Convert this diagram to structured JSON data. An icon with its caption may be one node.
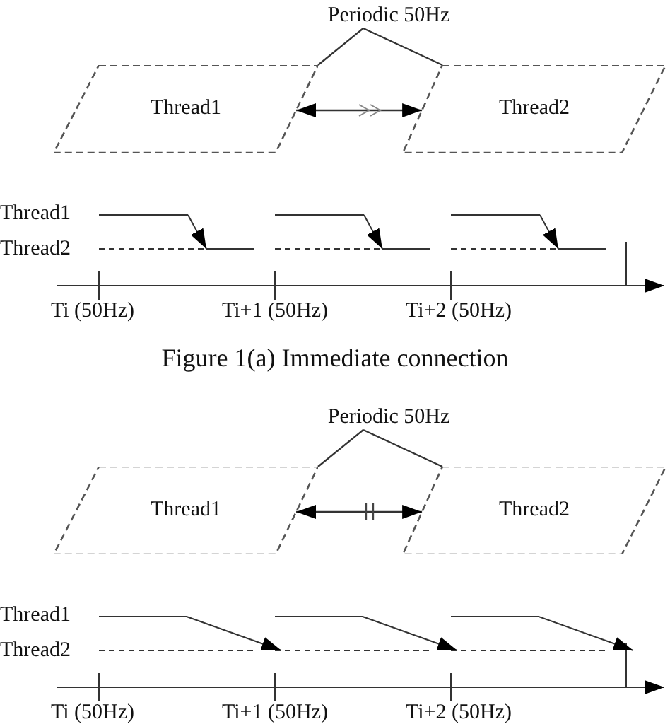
{
  "diagram": {
    "caption": "Figure 1(a) Immediate connection",
    "nodes": [
      {
        "text": [
          "Periodic 50Hz"
        ]
      },
      {
        "text": [
          "Thread1"
        ]
      },
      {
        "text": [
          "Thread2"
        ]
      },
      {
        "text": [
          "Periodic 50Hz"
        ]
      },
      {
        "text": [
          "Thread1"
        ]
      },
      {
        "text": [
          "Thread2"
        ]
      }
    ],
    "edges": [
      {
        "from": 0,
        "to": 1,
        "arrow": "none"
      },
      {
        "from": 0,
        "to": 2,
        "arrow": "none"
      },
      {
        "from": 1,
        "to": 2,
        "arrow": "both"
      },
      {
        "from": 3,
        "to": 4,
        "arrow": "none"
      },
      {
        "from": 3,
        "to": 5,
        "arrow": "none"
      },
      {
        "from": 4,
        "to": 5,
        "arrow": "both"
      }
    ],
    "labels": [
      "Thread1",
      "Thread2",
      "Ti (50Hz)",
      "Ti+1 (50Hz)",
      "Ti+2 (50Hz)",
      "Thread1",
      "Thread2",
      "Ti (50Hz)",
      "Ti+1 (50Hz)",
      "Ti+2 (50Hz)"
    ]
  }
}
